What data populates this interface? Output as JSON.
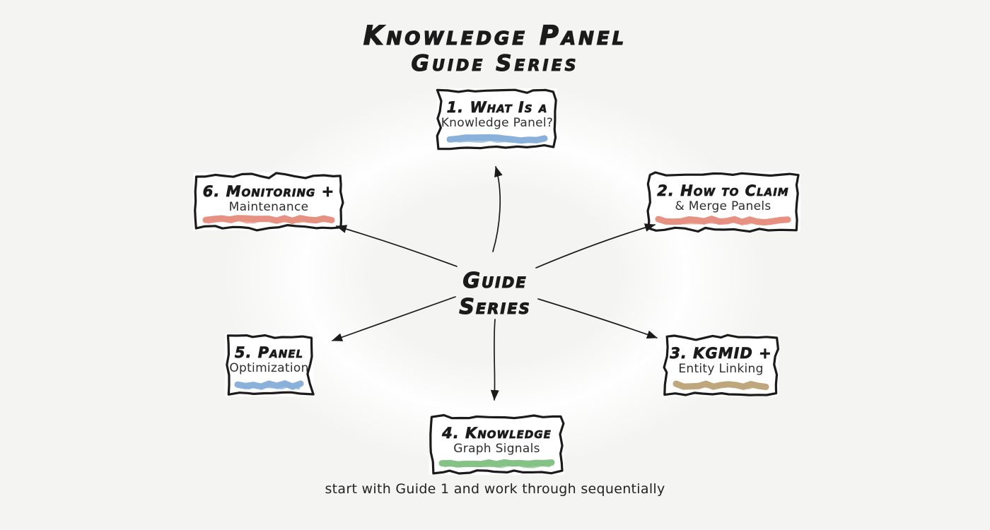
{
  "title": {
    "line1": "Knowledge Panel",
    "line2": "Guide Series"
  },
  "center": {
    "line1": "Guide",
    "line2": "Series"
  },
  "footer_note": "start with Guide 1 and work through sequentially",
  "nodes": [
    {
      "title": "1. What Is a",
      "subtitle": "Knowledge Panel?",
      "accent": "#8ab1d9"
    },
    {
      "title": "2. How to Claim",
      "subtitle": "& Merge Panels",
      "accent": "#e69182"
    },
    {
      "title": "3. KGMID +",
      "subtitle": "Entity Linking",
      "accent": "#bfa77d"
    },
    {
      "title": "4. Knowledge",
      "subtitle": "Graph Signals",
      "accent": "#85c285"
    },
    {
      "title": "5. Panel",
      "subtitle": "Optimization",
      "accent": "#8ab1d9"
    },
    {
      "title": "6. Monitoring +",
      "subtitle": "Maintenance",
      "accent": "#e69182"
    }
  ],
  "colors": {
    "ink": "#1b1b1b",
    "paper": "#ffffff",
    "page_background": "#f4f4f3",
    "highlight_blue": "#8ab1d9",
    "highlight_salmon": "#e69182",
    "highlight_tan": "#bfa77d",
    "highlight_green": "#85c285"
  }
}
